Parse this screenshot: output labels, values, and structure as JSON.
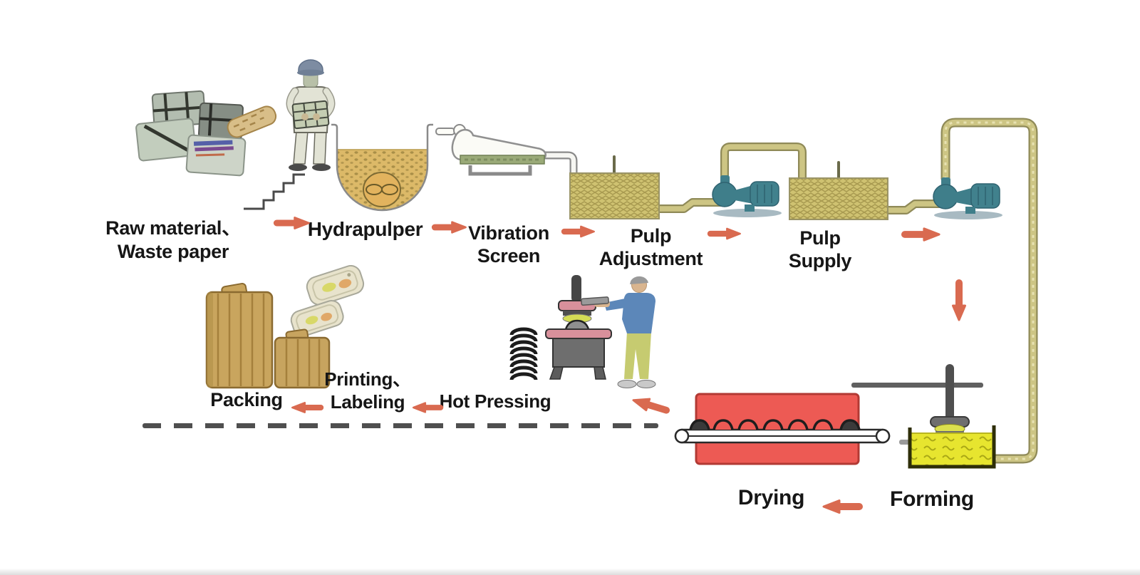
{
  "diagram_type": "process-flow",
  "colors": {
    "arrow": "#d96a50",
    "label-text": "#161616",
    "pulp-tan": "#dcb968",
    "pulp-khaki": "#cfc271",
    "pipe-khaki": "#cdc584",
    "pump-teal": "#41818d",
    "dryer-red": "#ed5a54",
    "forming-yellow": "#e7e52f",
    "press-pink": "#d8909b",
    "machine-gray": "#6e6e6e",
    "bale-tan": "#c9a55e",
    "dashed-line": "#4f4f4f"
  },
  "stages": [
    {
      "id": "raw-material",
      "lines": [
        "Raw material、",
        "Waste paper"
      ]
    },
    {
      "id": "hydrapulper",
      "lines": [
        "Hydrapulper"
      ]
    },
    {
      "id": "vibration-screen",
      "lines": [
        "Vibration",
        "Screen"
      ]
    },
    {
      "id": "pulp-adjustment",
      "lines": [
        "Pulp",
        "Adjustment"
      ]
    },
    {
      "id": "pulp-supply",
      "lines": [
        "Pulp",
        "Supply"
      ]
    },
    {
      "id": "forming",
      "lines": [
        "Forming"
      ]
    },
    {
      "id": "drying",
      "lines": [
        "Drying"
      ]
    },
    {
      "id": "hot-pressing",
      "lines": [
        "Hot Pressing"
      ]
    },
    {
      "id": "printing-labeling",
      "lines": [
        "Printing、",
        "Labeling"
      ]
    },
    {
      "id": "packing",
      "lines": [
        "Packing"
      ]
    }
  ],
  "arrows": [
    {
      "from": "raw-material",
      "to": "hydrapulper",
      "direction": "right"
    },
    {
      "from": "hydrapulper",
      "to": "vibration-screen",
      "direction": "right"
    },
    {
      "from": "vibration-screen",
      "to": "pulp-adjustment",
      "direction": "right"
    },
    {
      "from": "pulp-adjustment",
      "to": "pulp-supply",
      "direction": "right"
    },
    {
      "from": "pulp-supply",
      "to": "forming",
      "direction": "right"
    },
    {
      "from": "pulp-supply",
      "to": "forming",
      "direction": "down"
    },
    {
      "from": "forming",
      "to": "drying",
      "direction": "left"
    },
    {
      "from": "drying",
      "to": "hot-pressing",
      "direction": "up-left"
    },
    {
      "from": "hot-pressing",
      "to": "printing-labeling",
      "direction": "left"
    },
    {
      "from": "printing-labeling",
      "to": "packing",
      "direction": "left"
    }
  ]
}
